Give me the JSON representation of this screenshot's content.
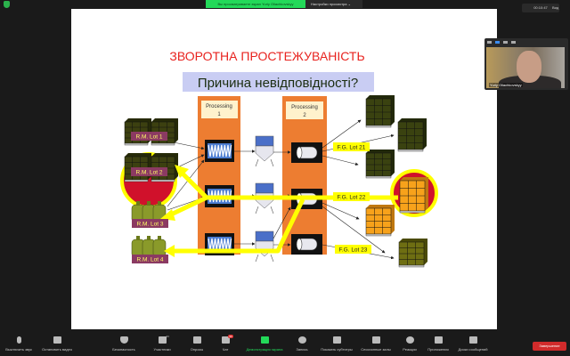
{
  "topbar": {
    "viewing": "Вы просматриваете экран Yuriy Oliachkovskyy",
    "view_settings": "Настройки просмотра",
    "view_settings_caret": "⌄",
    "timer": "00:10:47",
    "view": "Вид"
  },
  "video": {
    "name": "Yuriy Oliachkovskyy"
  },
  "slide": {
    "title": "ЗВОРОТНА ПРОСТЕЖУВАНІСТЬ",
    "question": "Причина невідповідності?",
    "processing1": [
      "Processing",
      "1"
    ],
    "processing2": [
      "Processing",
      "2"
    ],
    "rm_lots": [
      "R.M. Lot 1",
      "R.M. Lot 2",
      "R.M. Lot 3",
      "R.M. Lot 4"
    ],
    "fg_lots": [
      "F.G. Lot 21",
      "F.G. Lot 22",
      "F.G. Lot 23"
    ],
    "colors": {
      "title": "#e8231f",
      "process": "#ed7d31",
      "highlight": "#ffff00",
      "alert": "#d0112b",
      "label_bg": "#8b3a62"
    }
  },
  "toolbar": {
    "mute": "Выключить звук",
    "stop_video": "Остановить видео",
    "security": "Безопасность",
    "participants": "Участники",
    "participants_count": "44",
    "polls": "Опросы",
    "chat": "Чат",
    "chat_badge": "99",
    "share": "Демонстрация экрана",
    "record": "Запись",
    "subtitles": "Показать субтитры",
    "breakout": "Сессионные залы",
    "reactions": "Реакции",
    "apps": "Приложения",
    "whiteboards": "Доски сообщений",
    "end": "Завершение"
  }
}
